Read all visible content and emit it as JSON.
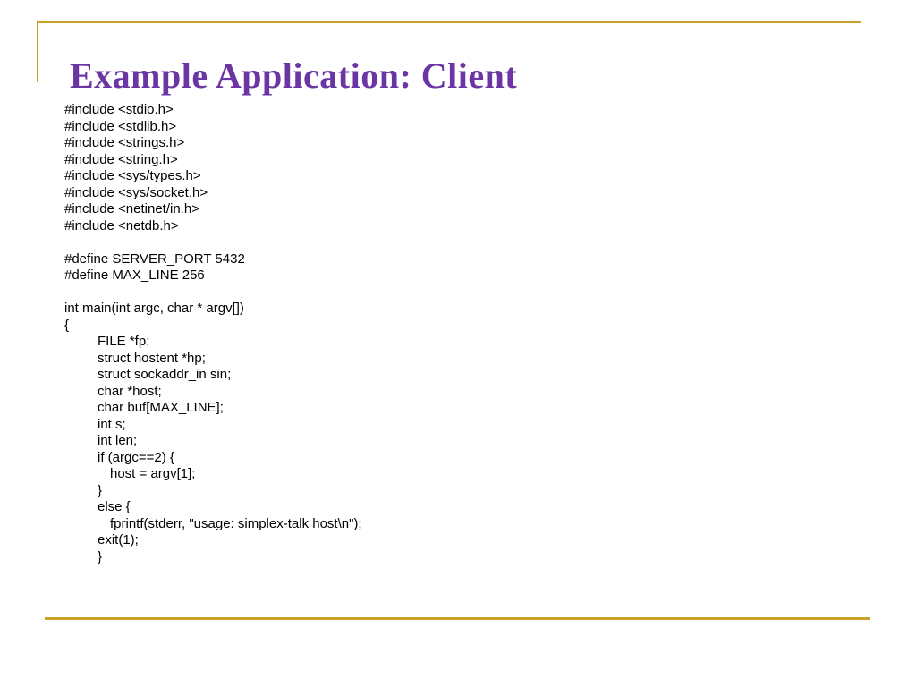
{
  "slide": {
    "title": "Example Application: Client",
    "title_color": "#6B35A4",
    "accent_color": "#C8A22C",
    "background_color": "#ffffff",
    "code_color": "#000000"
  },
  "code": {
    "lines": [
      {
        "indent": 0,
        "text": "#include <stdio.h>"
      },
      {
        "indent": 0,
        "text": "#include <stdlib.h>"
      },
      {
        "indent": 0,
        "text": "#include <strings.h>"
      },
      {
        "indent": 0,
        "text": "#include <string.h>"
      },
      {
        "indent": 0,
        "text": "#include <sys/types.h>"
      },
      {
        "indent": 0,
        "text": "#include <sys/socket.h>"
      },
      {
        "indent": 0,
        "text": "#include <netinet/in.h>"
      },
      {
        "indent": 0,
        "text": "#include <netdb.h>"
      },
      {
        "indent": 0,
        "text": ""
      },
      {
        "indent": 0,
        "text": "#define SERVER_PORT 5432"
      },
      {
        "indent": 0,
        "text": "#define MAX_LINE 256"
      },
      {
        "indent": 0,
        "text": ""
      },
      {
        "indent": 0,
        "text": "int main(int argc, char * argv[])"
      },
      {
        "indent": 0,
        "text": "{"
      },
      {
        "indent": 1,
        "text": "FILE *fp;"
      },
      {
        "indent": 1,
        "text": "struct hostent *hp;"
      },
      {
        "indent": 1,
        "text": "struct sockaddr_in sin;"
      },
      {
        "indent": 1,
        "text": "char *host;"
      },
      {
        "indent": 1,
        "text": "char buf[MAX_LINE];"
      },
      {
        "indent": 1,
        "text": "int s;"
      },
      {
        "indent": 1,
        "text": "int len;"
      },
      {
        "indent": 1,
        "text": "if (argc==2) {"
      },
      {
        "indent": 2,
        "text": "host = argv[1];"
      },
      {
        "indent": 1,
        "text": "}"
      },
      {
        "indent": 1,
        "text": "else {"
      },
      {
        "indent": 2,
        "text": "fprintf(stderr, \"usage: simplex-talk host\\n\");"
      },
      {
        "indent": 1,
        "text": "exit(1);"
      },
      {
        "indent": 1,
        "text": "}"
      }
    ]
  }
}
